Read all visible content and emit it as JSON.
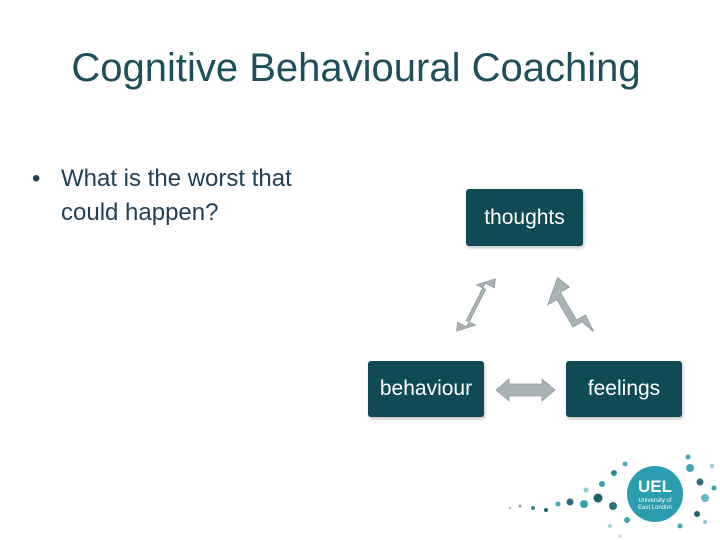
{
  "slide": {
    "title": "Cognitive Behavioural Coaching",
    "bullets": [
      {
        "marker": "•",
        "text": "What is the worst that could happen?"
      }
    ]
  },
  "diagram": {
    "nodes": {
      "thoughts": "thoughts",
      "behaviour": "behaviour",
      "feelings": "feelings"
    },
    "connections": [
      {
        "from": "thoughts",
        "to": "behaviour",
        "type": "bidirectional"
      },
      {
        "from": "thoughts",
        "to": "feelings",
        "type": "bidirectional"
      },
      {
        "from": "behaviour",
        "to": "feelings",
        "type": "bidirectional"
      }
    ],
    "colors": {
      "node_fill": "#0f4a55",
      "arrow_fill": "#a9b2b4",
      "title_text": "#1d4f5c"
    }
  },
  "logo": {
    "acronym": "UEL",
    "name_line1": "University of",
    "name_line2": "East London"
  }
}
